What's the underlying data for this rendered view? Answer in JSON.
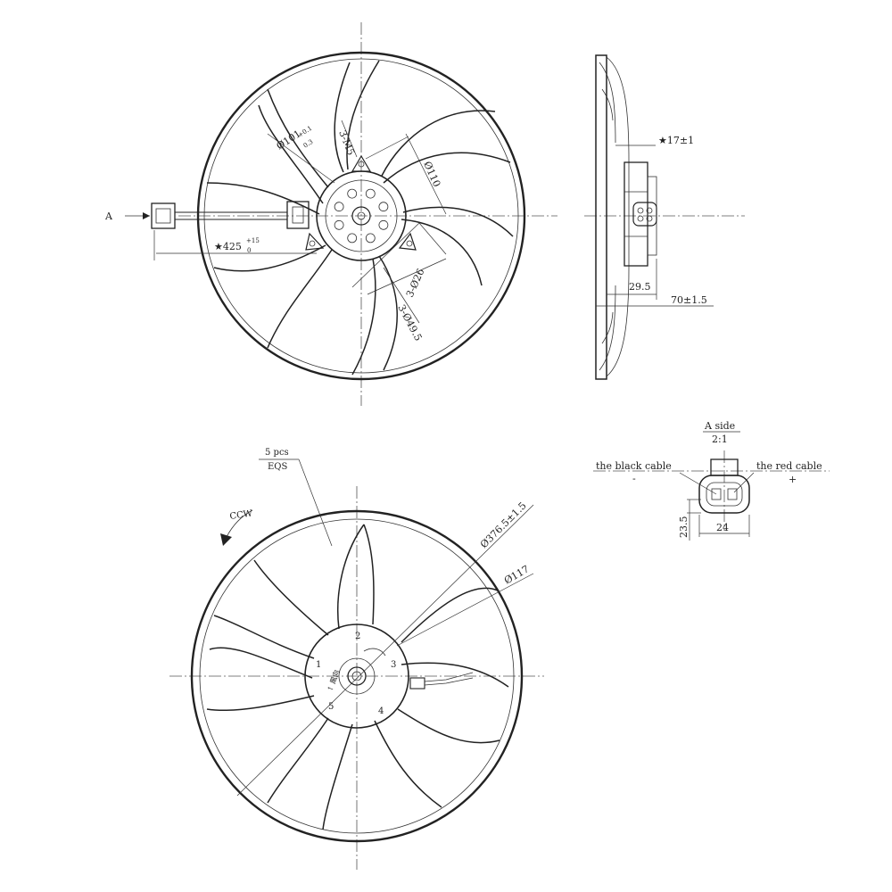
{
  "front_view": {
    "arrow_view_label": "A",
    "mount_spec": "3-M5",
    "diameter_101": "Ø101",
    "diameter_101_tol_upper": "+0.1",
    "diameter_101_tol_lower": "0.3",
    "pitch_110": "Ø110",
    "bolt_26": "3-Ø26",
    "bolt_49": "3-Ø49.5",
    "cable_length": "★425",
    "cable_length_tol_upper": "+15",
    "cable_length_tol_lower": "0"
  },
  "side_view": {
    "dim_17": "★17±1",
    "dim_29_5": "29.5",
    "dim_70": "70±1.5"
  },
  "blade_view": {
    "blade_count": "5 pcs",
    "blade_spacing": "EQS",
    "rotation": "CCW",
    "outer_diameter": "Ø376.5±1.5",
    "hub_diameter": "Ø117",
    "hub_numbers": [
      "1",
      "2",
      "3",
      "4",
      "5"
    ],
    "hub_marking": "↑ 風向"
  },
  "connector_detail": {
    "title": "A side",
    "scale": "2:1",
    "black_cable_label": "the black cable",
    "black_cable_sign": "-",
    "red_cable_label": "the red cable",
    "red_cable_sign": "+",
    "height": "23.5",
    "width": "24"
  }
}
